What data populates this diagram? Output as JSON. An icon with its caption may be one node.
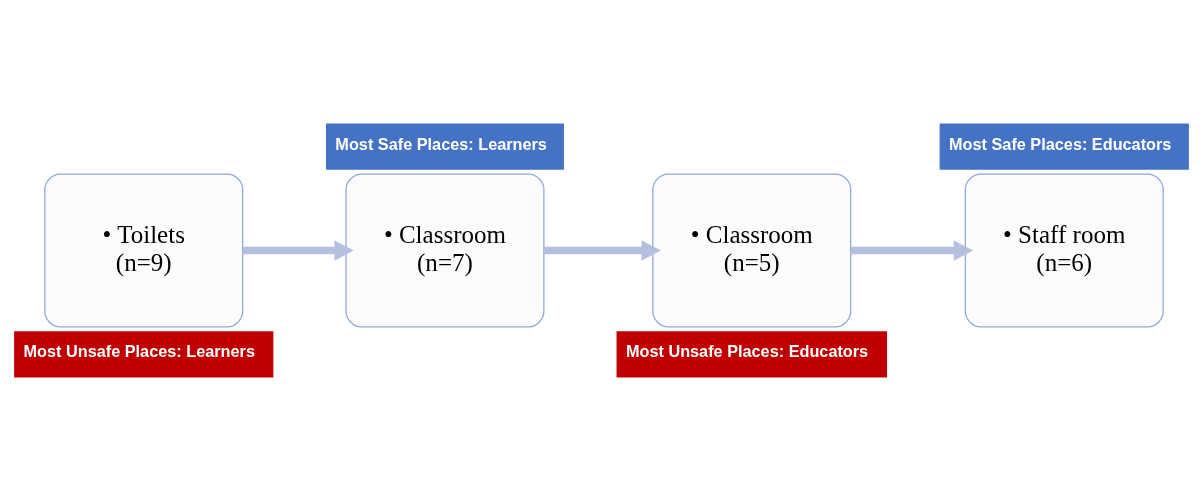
{
  "diagram": {
    "nodes": [
      {
        "text": [
          "• Toilets (n=9)"
        ]
      },
      {
        "text": [
          "Most Unsafe Places: Learners"
        ]
      },
      {
        "text": [
          "Most Safe Places: Learners"
        ]
      },
      {
        "text": [
          "• Classroom (n=7)"
        ]
      },
      {
        "text": [
          "• Classroom (n=5)"
        ]
      },
      {
        "text": [
          "Most Unsafe Places: Educators"
        ]
      },
      {
        "text": [
          "Most Safe Places: Educators"
        ]
      },
      {
        "text": [
          "• Staff room (n=6)"
        ]
      }
    ],
    "edges": [
      {
        "from": 0,
        "to": 3,
        "arrow": "to"
      },
      {
        "from": 3,
        "to": 4,
        "arrow": "to"
      },
      {
        "from": 4,
        "to": 7,
        "arrow": "to"
      }
    ]
  }
}
